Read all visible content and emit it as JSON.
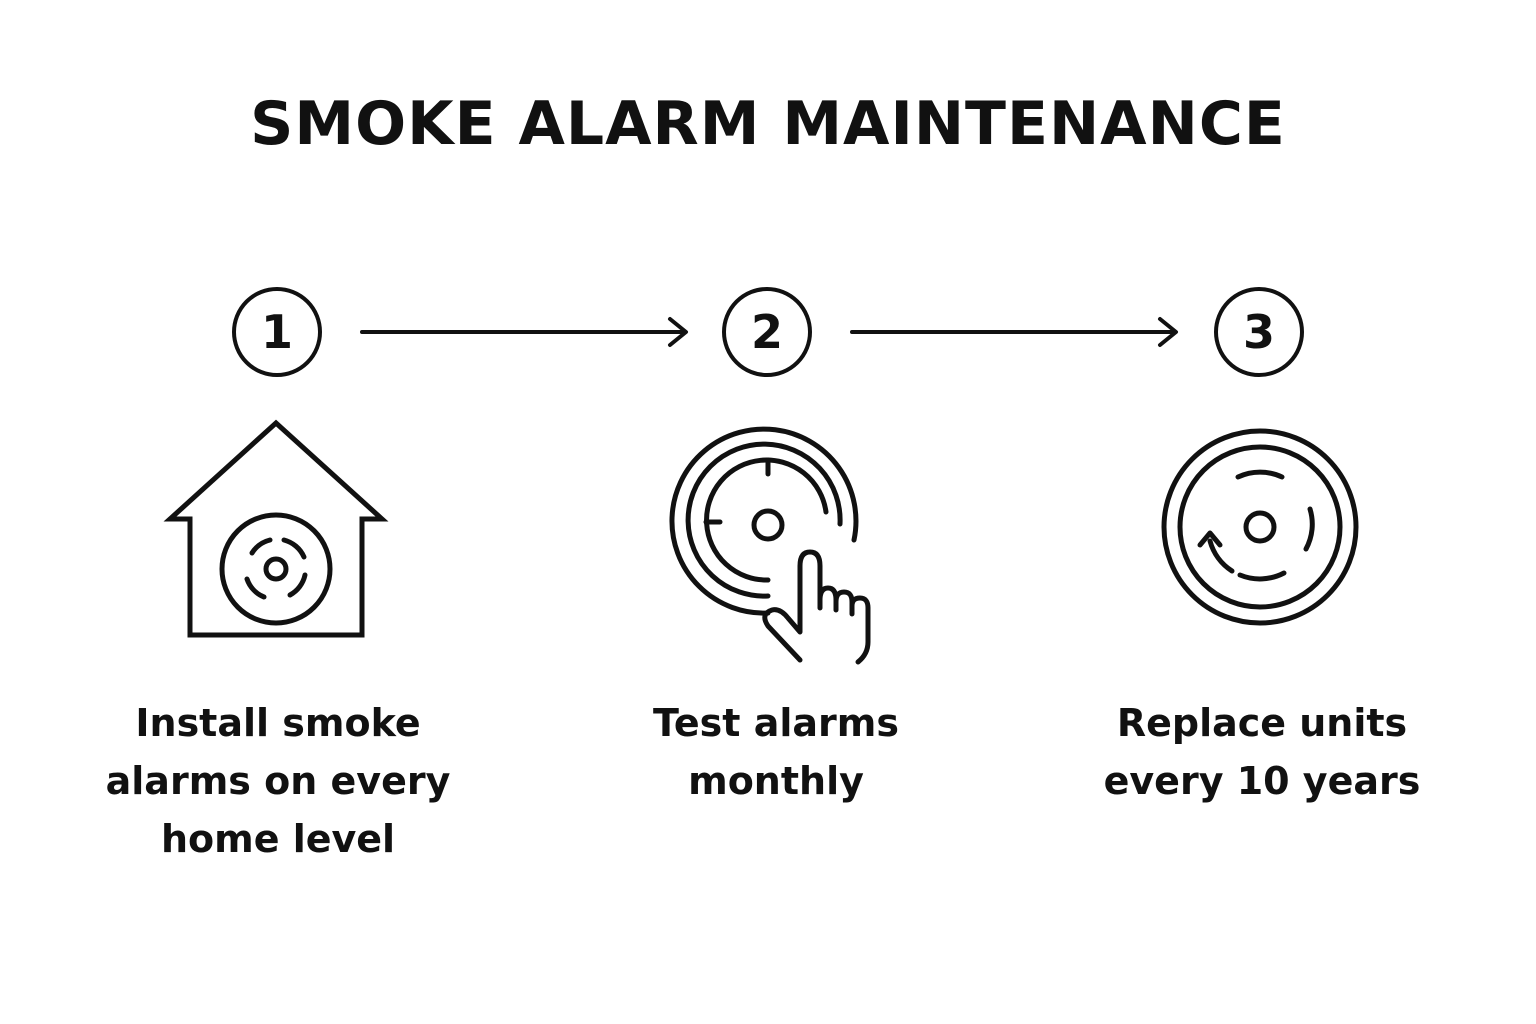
{
  "title": "SMOKE ALARM MAINTENANCE",
  "steps": [
    {
      "number": "1",
      "icon": "house-smoke-alarm-icon",
      "text": "Install smoke alarms on every home level"
    },
    {
      "number": "2",
      "icon": "press-test-button-icon",
      "text": "Test alarms monthly"
    },
    {
      "number": "3",
      "icon": "replace-cycle-alarm-icon",
      "text": "Replace units every 10 years"
    }
  ],
  "colors": {
    "ink": "#111111",
    "background": "#ffffff"
  }
}
